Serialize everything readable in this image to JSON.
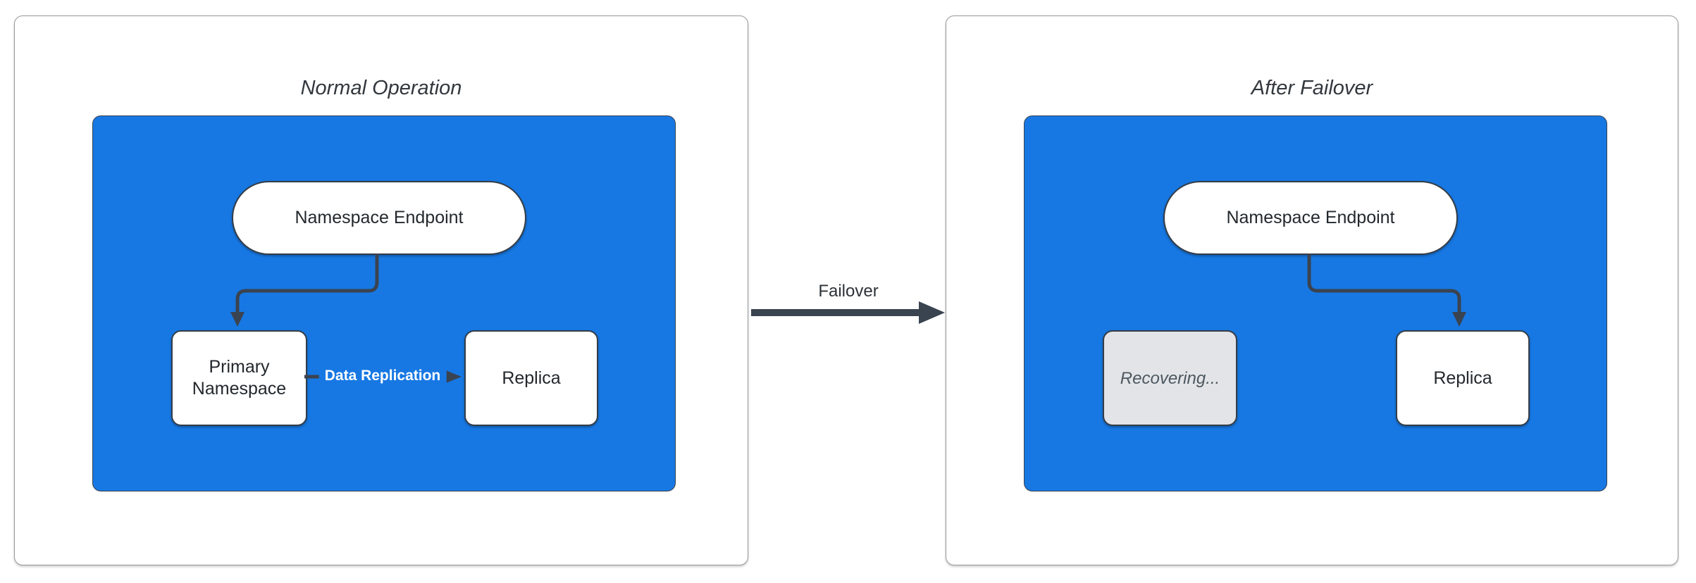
{
  "diagram": {
    "type": "failover-flow-diagram",
    "panels": {
      "normal": {
        "title": "Normal Operation",
        "endpoint_label": "Namespace Endpoint",
        "primary_label": "Primary Namespace",
        "replica_label": "Replica",
        "replication_edge_label": "Data Replication"
      },
      "failover": {
        "title": "After Failover",
        "endpoint_label": "Namespace Endpoint",
        "recovering_label": "Recovering...",
        "replica_label": "Replica"
      }
    },
    "failover_arrow_label": "Failover",
    "colors": {
      "cluster_blue": "#1778e3",
      "connector_dark": "#3a4350",
      "node_border": "#343d47",
      "node_fill": "#ffffff",
      "recovering_fill": "#e2e4e7",
      "recovering_text": "#4d5760",
      "panel_border": "#97999c",
      "title_text": "#33383e",
      "node_text": "#23282d",
      "edge_label_text": "#ffffff"
    }
  }
}
